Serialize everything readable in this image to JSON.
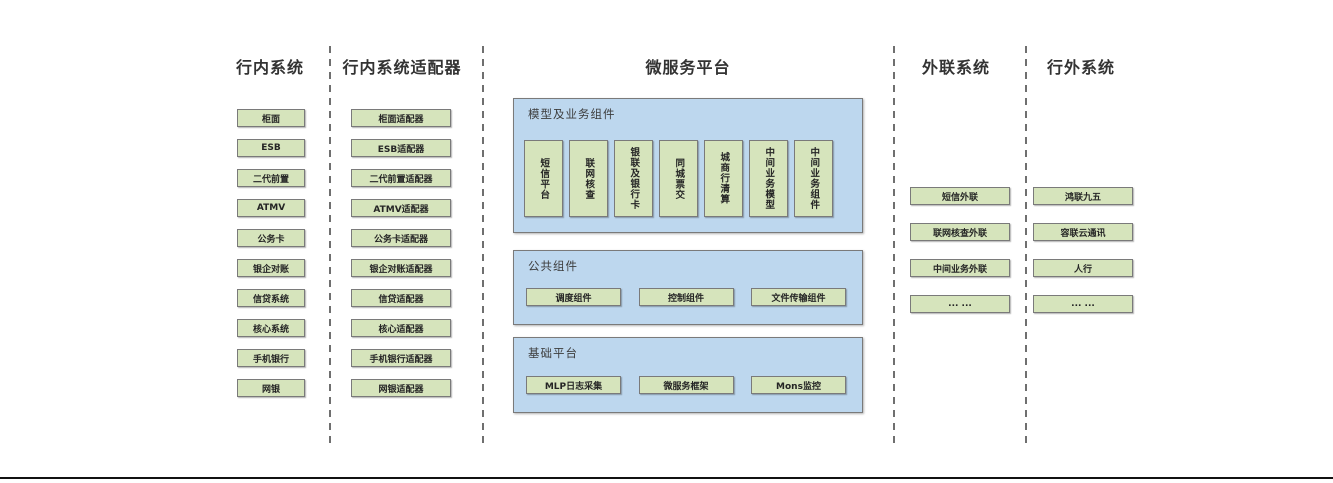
{
  "diagram_title": "微服务平台",
  "colors": {
    "green_fill": "#d6e4bc",
    "blue_fill": "#bdd7ee",
    "box_border": "#7a7a7a",
    "text": "#333333"
  },
  "columns": {
    "internal": {
      "header": "行内系统",
      "items": [
        "柜面",
        "ESB",
        "二代前置",
        "ATMV",
        "公务卡",
        "银企对账",
        "信贷系统",
        "核心系统",
        "手机银行",
        "网银"
      ]
    },
    "adapters": {
      "header": "行内系统适配器",
      "items": [
        "柜面适配器",
        "ESB适配器",
        "二代前置适配器",
        "ATMV适配器",
        "公务卡适配器",
        "银企对账适配器",
        "信贷适配器",
        "核心适配器",
        "手机银行适配器",
        "网银适配器"
      ]
    },
    "platform": {
      "header": "微服务平台",
      "groups": {
        "model": {
          "title": "模型及业务组件",
          "items": [
            "短信平台",
            "联网核查",
            "银联及银行卡",
            "同城票交",
            "城商行清算",
            "中间业务模型",
            "中间业务组件"
          ]
        },
        "common": {
          "title": "公共组件",
          "items": [
            "调度组件",
            "控制组件",
            "文件传输组件"
          ]
        },
        "base": {
          "title": "基础平台",
          "items": [
            "MLP日志采集",
            "微服务框架",
            "Mons监控"
          ]
        }
      }
    },
    "outreach": {
      "header": "外联系统",
      "items": [
        "短信外联",
        "联网核查外联",
        "中间业务外联",
        "... ..."
      ]
    },
    "external": {
      "header": "行外系统",
      "items": [
        "鸿联九五",
        "容联云通讯",
        "人行",
        "... ..."
      ]
    }
  }
}
